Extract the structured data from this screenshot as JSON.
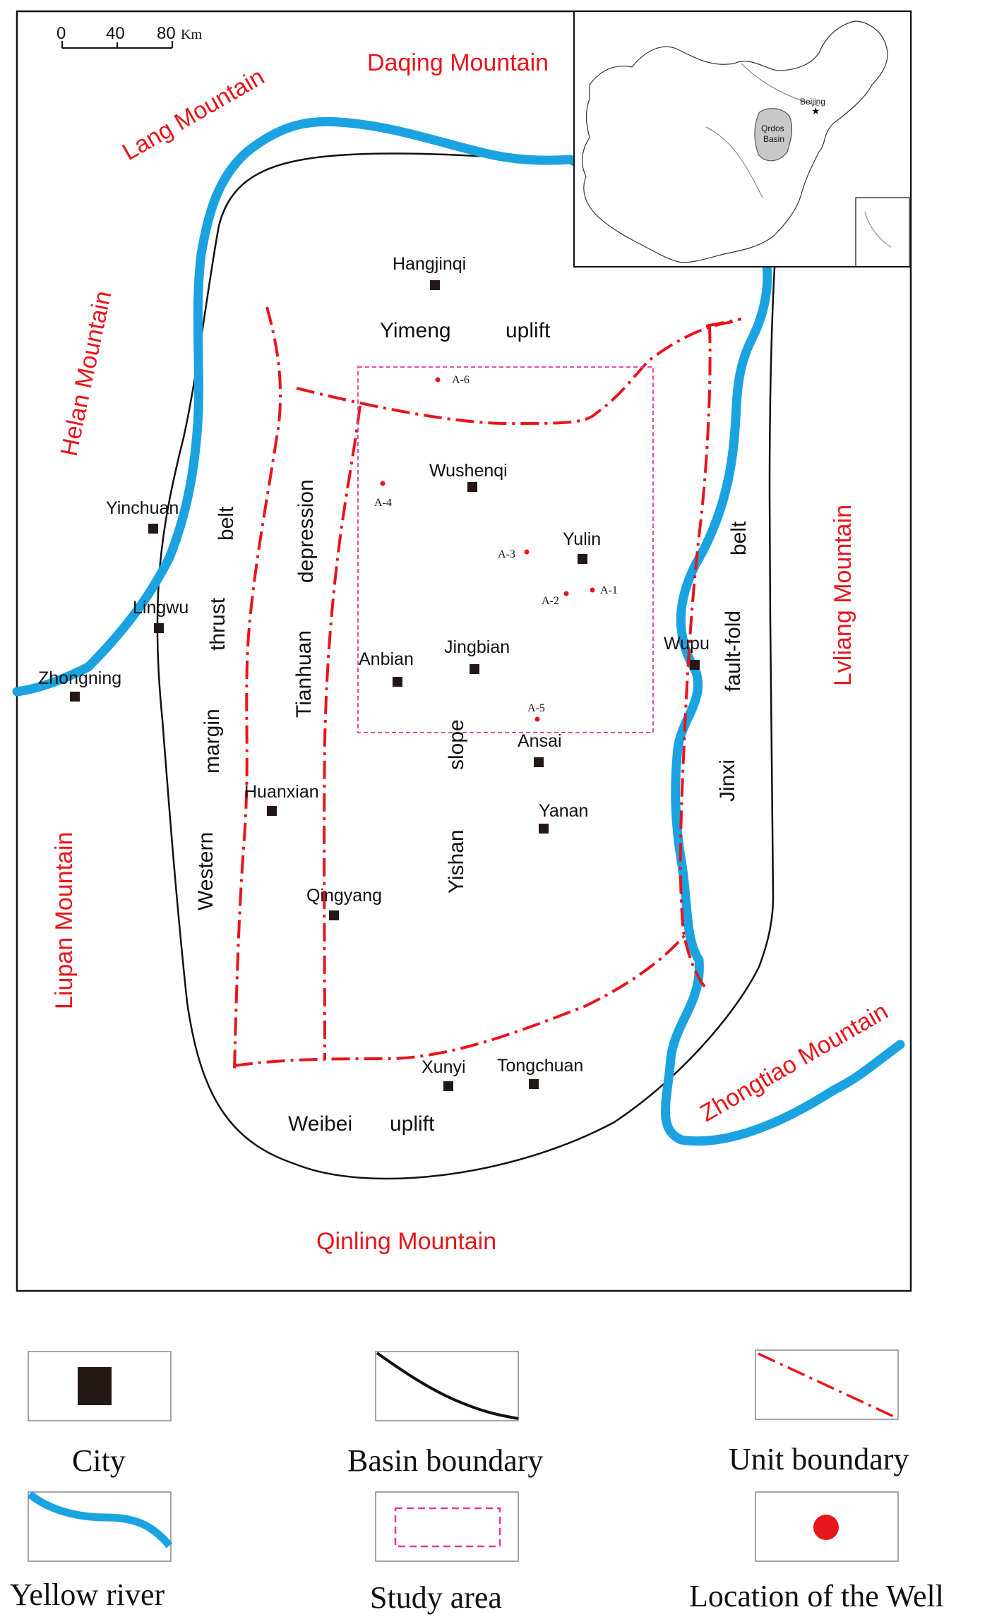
{
  "scale_bar": {
    "ticks": [
      "0",
      "40",
      "80"
    ],
    "unit": "Km"
  },
  "mountains": {
    "daqing": "Daqing Mountain",
    "lang": "Lang Mountain",
    "helan": "Helan Mountain",
    "lvliang": "Lvliang Mountain",
    "liupan": "Liupan Mountain",
    "zhongtiao": "Zhongtiao Mountain",
    "qinling": "Qinling Mountain"
  },
  "cities": {
    "hangjinqi": "Hangjinqi",
    "wushenqi": "Wushenqi",
    "yulin": "Yulin",
    "yinchuan": "Yinchuan",
    "lingwu": "Lingwu",
    "zhongning": "Zhongning",
    "anbian": "Anbian",
    "jingbian": "Jingbian",
    "wupu": "Wupu",
    "ansai": "Ansai",
    "huanxian": "Huanxian",
    "yanan": "Yanan",
    "qingyang": "Qingyang",
    "xunyi": "Xunyi",
    "tongchuan": "Tongchuan"
  },
  "units": {
    "yimeng": "Yimeng",
    "uplift_north": "uplift",
    "tianhuan": "Tianhuan",
    "depression": "depression",
    "western": "Western",
    "margin": "margin",
    "thrust": "thrust",
    "belt_west": "belt",
    "yishan": "Yishan",
    "slope": "slope",
    "jinxi": "Jinxi",
    "fault_fold": "fault-fold",
    "belt_east": "belt",
    "weibei": "Weibei",
    "uplift_south": "uplift"
  },
  "wells": {
    "a1": "A-1",
    "a2": "A-2",
    "a3": "A-3",
    "a4": "A-4",
    "a5": "A-5",
    "a6": "A-6"
  },
  "inset": {
    "beijing": "Beijing",
    "basin_line1": "Qrdos",
    "basin_line2": "Basin"
  },
  "legend": {
    "city": "City",
    "basin_boundary": "Basin  boundary",
    "unit_boundary": "Unit  boundary",
    "yellow_river": "Yellow  river",
    "study_area": "Study  area",
    "well_location": "Location  of  the  Well"
  },
  "colors": {
    "river": "#1aa3e0",
    "unit_boundary": "#e8151b",
    "study_area": "#e0399a",
    "mountain_text": "#e8151b",
    "city_marker": "#231815",
    "basin_inset": "#c8c8c8"
  }
}
